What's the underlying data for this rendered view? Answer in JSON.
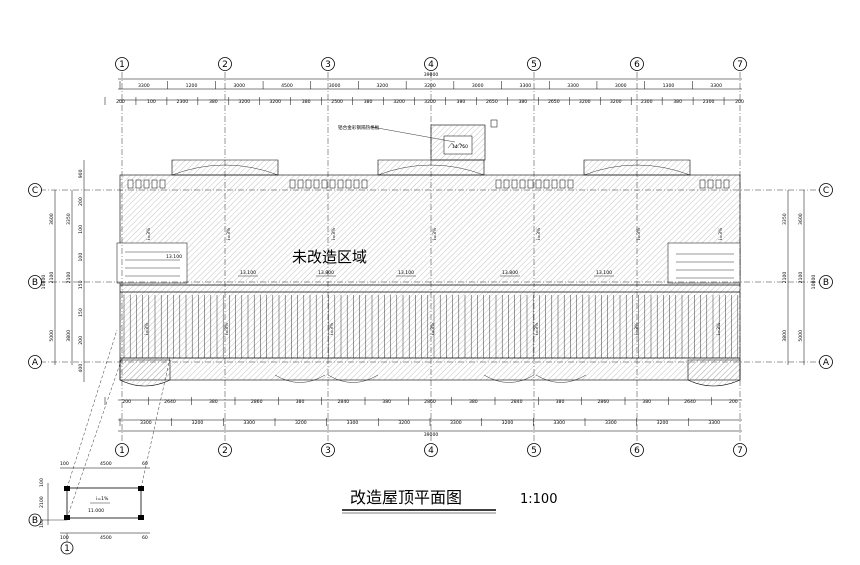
{
  "axes_columns": [
    {
      "label": "1"
    },
    {
      "label": "2"
    },
    {
      "label": "3"
    },
    {
      "label": "4"
    },
    {
      "label": "5"
    },
    {
      "label": "6"
    },
    {
      "label": "7"
    }
  ],
  "axes_rows": [
    {
      "label": "C"
    },
    {
      "label": "B"
    },
    {
      "label": "A"
    }
  ],
  "top_dims": {
    "total": "39000",
    "row1": [
      "3300",
      "1200",
      "3000",
      "4500",
      "3000",
      "3200",
      "3200",
      "3000",
      "3300",
      "3300",
      "3000",
      "1300",
      "3300"
    ],
    "row2": [
      "200",
      "100",
      "2300",
      "380",
      "3200",
      "3200",
      "380",
      "2500",
      "380",
      "3200",
      "3200",
      "380",
      "2650",
      "380",
      "2650",
      "3200",
      "3200",
      "2300",
      "380",
      "2300",
      "200"
    ]
  },
  "bottom_dims": {
    "total": "39000",
    "row1": [
      "200",
      "2640",
      "380",
      "2860",
      "380",
      "2840",
      "380",
      "2860",
      "380",
      "2840",
      "380",
      "2860",
      "380",
      "2640",
      "200"
    ],
    "row2": [
      "3300",
      "3200",
      "3300",
      "3200",
      "3300",
      "3200",
      "3300",
      "3200",
      "3300",
      "3300",
      "3200",
      "3300"
    ]
  },
  "side_dims": {
    "left_outer": [
      "3600",
      "2100",
      "5000"
    ],
    "left_inner": [
      "3350",
      "2100",
      "3800"
    ],
    "left_small": [
      "900",
      "200",
      "100",
      "100",
      "150",
      "150",
      "200",
      "400"
    ],
    "total": "10800"
  },
  "annotations": {
    "unmodified_area": "未改造区域",
    "hatch_label": "铝合金彩钢隔热格板",
    "elevation_stair": "14.750",
    "elevations": [
      "13.100",
      "13.800",
      "13.100",
      "13.800",
      "13.100"
    ],
    "slope": "i=3%",
    "detail_elev": "11.000",
    "detail_slope": "i=1%"
  },
  "detail": {
    "top_dims": [
      "100",
      "4500",
      "60"
    ],
    "bottom_dims": [
      "100",
      "4500",
      "60"
    ],
    "left_dims": [
      "100",
      "2100",
      "100"
    ],
    "row_label": "B",
    "col_label": "1"
  },
  "title": {
    "text": "改造屋顶平面图",
    "scale": "1:100"
  }
}
